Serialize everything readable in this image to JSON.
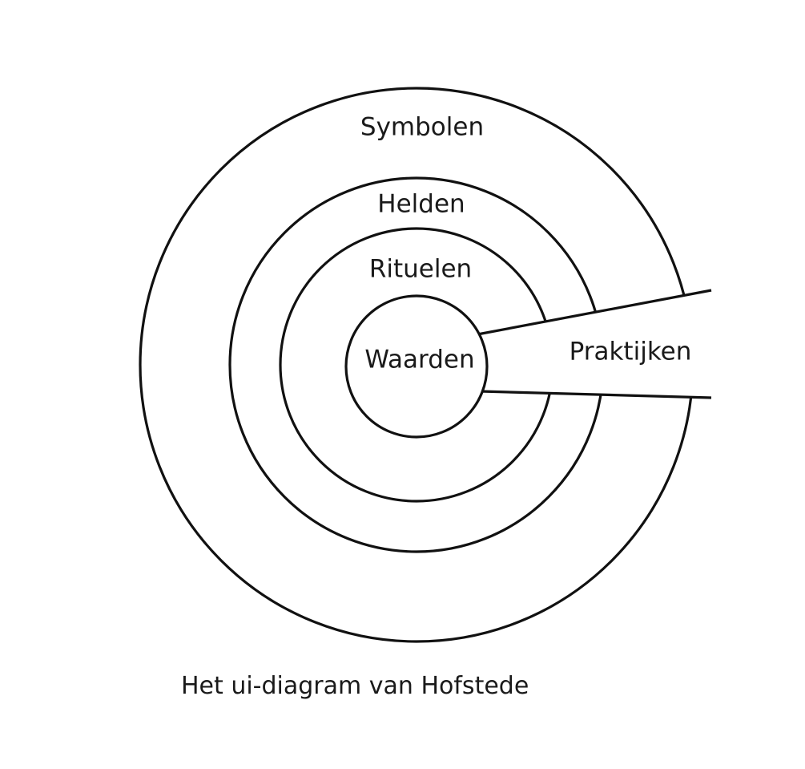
{
  "diagram": {
    "layers": [
      {
        "id": "symbolen",
        "label": "Symbolen"
      },
      {
        "id": "helden",
        "label": "Helden"
      },
      {
        "id": "rituelen",
        "label": "Rituelen"
      },
      {
        "id": "waarden",
        "label": "Waarden"
      }
    ],
    "practices_label": "Praktijken",
    "caption": "Het ui-diagram van Hofstede"
  }
}
